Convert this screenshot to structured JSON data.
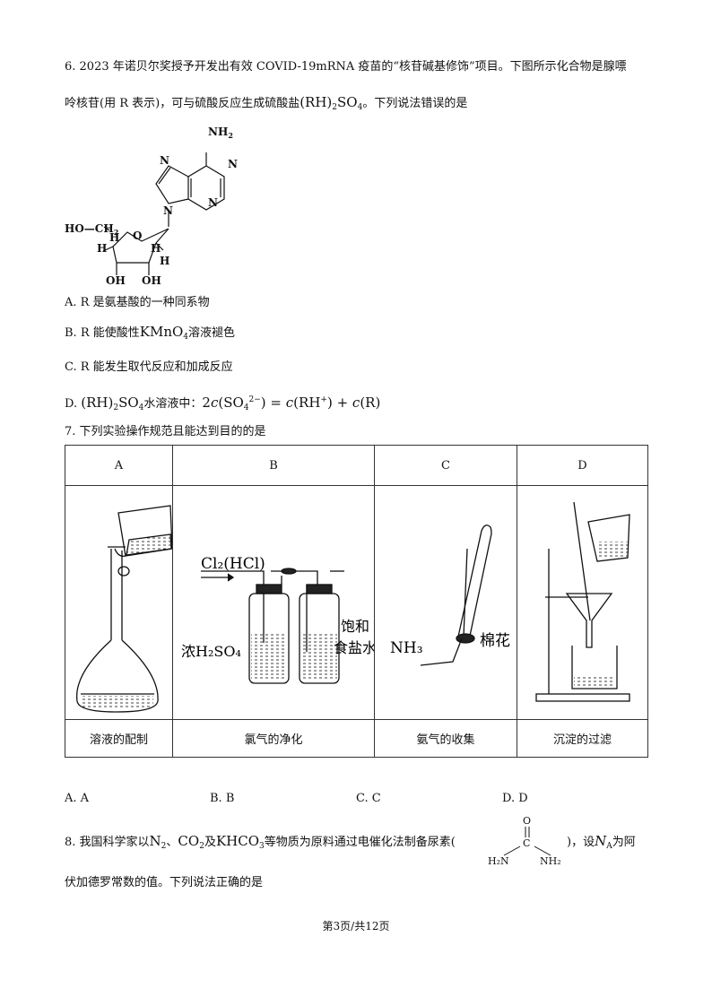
{
  "q6": {
    "line1": "6. 2023 年诺贝尔奖授予开发出有效 COVID-19mRNA 疫苗的“核苷碱基修饰”项目。下图所示化合物是腺嘌",
    "line2_prefix": "呤核苷(用 R 表示)，可与硫酸反应生成硫酸盐",
    "line2_suffix": "。下列说法错误的是",
    "structure_labels": {
      "nh2": "NH",
      "nh2_sub": "2",
      "n": "N",
      "ho": "HO—CH",
      "ho_sub": "2",
      "h": "H",
      "oh": "OH",
      "o": "O"
    },
    "options": {
      "a": "A. R 是氨基酸的一种同系物",
      "b_prefix": "B.  R 能使酸性",
      "b_suffix": "溶液褪色",
      "c": "C. R 能发生取代反应和加成反应",
      "d_prefix": "D.",
      "d_mid": "水溶液中："
    }
  },
  "q7": {
    "stem": "7. 下列实验操作规范且能达到目的的是",
    "headers": [
      "A",
      "B",
      "C",
      "D"
    ],
    "captions": [
      "溶液的配制",
      "氯气的净化",
      "氨气的收集",
      "沉淀的过滤"
    ],
    "labels": {
      "cl2_hcl": "Cl₂(HCl)",
      "conc_h2so4": "浓H₂SO₄",
      "sat_1": "饱和",
      "sat_2": "食盐水",
      "nh3": "NH₃",
      "cotton": "棉花"
    },
    "choices": [
      "A. A",
      "B. B",
      "C. C",
      "D. D"
    ]
  },
  "q8": {
    "line1_prefix": "8. 我国科学家以",
    "line1_mid": "等物质为原料通过电催化法制备尿素(",
    "line1_suffix": ")，设",
    "line1_end": "为阿",
    "line2": "伏加德罗常数的值。下列说法正确的是",
    "urea": {
      "o": "O",
      "c": "C",
      "left": "H₂N",
      "right": "NH₂"
    }
  },
  "footer": "第3页/共12页"
}
